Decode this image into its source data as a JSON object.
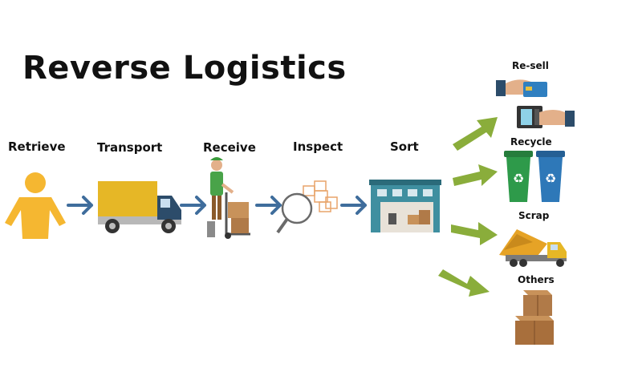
{
  "title": "Reverse Logistics",
  "steps": [
    {
      "label": "Retrieve",
      "icon": "person-icon"
    },
    {
      "label": "Transport",
      "icon": "truck-icon"
    },
    {
      "label": "Receive",
      "icon": "worker-hand-truck-icon"
    },
    {
      "label": "Inspect",
      "icon": "magnifier-boxes-icon"
    },
    {
      "label": "Sort",
      "icon": "warehouse-icon"
    }
  ],
  "outcomes": [
    {
      "label": "Re-sell",
      "icon": "card-payment-icon"
    },
    {
      "label": "Recycle",
      "icon": "recycle-bins-icon"
    },
    {
      "label": "Scrap",
      "icon": "dump-truck-icon"
    },
    {
      "label": "Others",
      "icon": "stacked-boxes-icon"
    }
  ],
  "colors": {
    "flow_arrow": "#3f6d9c",
    "branch_arrow": "#8aad3b",
    "person": "#f5b731",
    "truck_body": "#e6b726",
    "truck_cab": "#2c4c6a",
    "bin_green": "#2e9a4a",
    "bin_blue": "#2e78b8",
    "box": "#b07a48"
  }
}
